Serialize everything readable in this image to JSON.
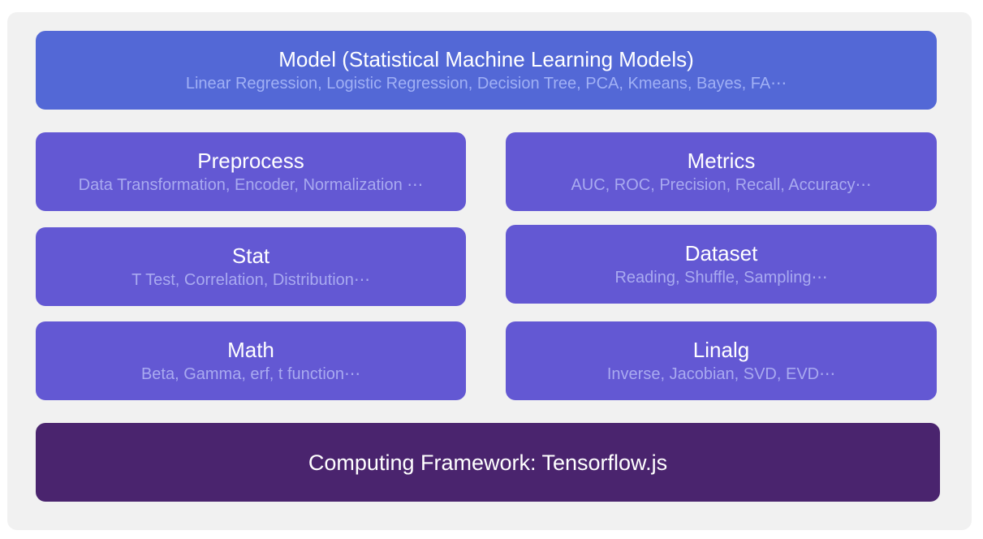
{
  "model": {
    "title": "Model (Statistical Machine Learning Models)",
    "subtitle": "Linear Regression, Logistic Regression, Decision Tree, PCA, Kmeans, Bayes, FA⋯"
  },
  "modules": {
    "preprocess": {
      "title": "Preprocess",
      "subtitle": "Data Transformation, Encoder, Normalization ⋯"
    },
    "metrics": {
      "title": "Metrics",
      "subtitle": "AUC, ROC, Precision, Recall, Accuracy⋯"
    },
    "stat": {
      "title": "Stat",
      "subtitle": "T Test, Correlation, Distribution⋯"
    },
    "dataset": {
      "title": "Dataset",
      "subtitle": "Reading, Shuffle, Sampling⋯"
    },
    "math": {
      "title": "Math",
      "subtitle": "Beta, Gamma, erf, t function⋯"
    },
    "linalg": {
      "title": "Linalg",
      "subtitle": "Inverse, Jacobian, SVD, EVD⋯"
    }
  },
  "framework": {
    "title": "Computing Framework: Tensorflow.js"
  },
  "colors": {
    "panel_bg": "#f1f1f1",
    "model_layer": "#5368d6",
    "module_layer": "#6358d3",
    "framework_layer": "#4a246e",
    "title_text": "#ffffff",
    "subtitle_text": "#a9aaf0"
  }
}
